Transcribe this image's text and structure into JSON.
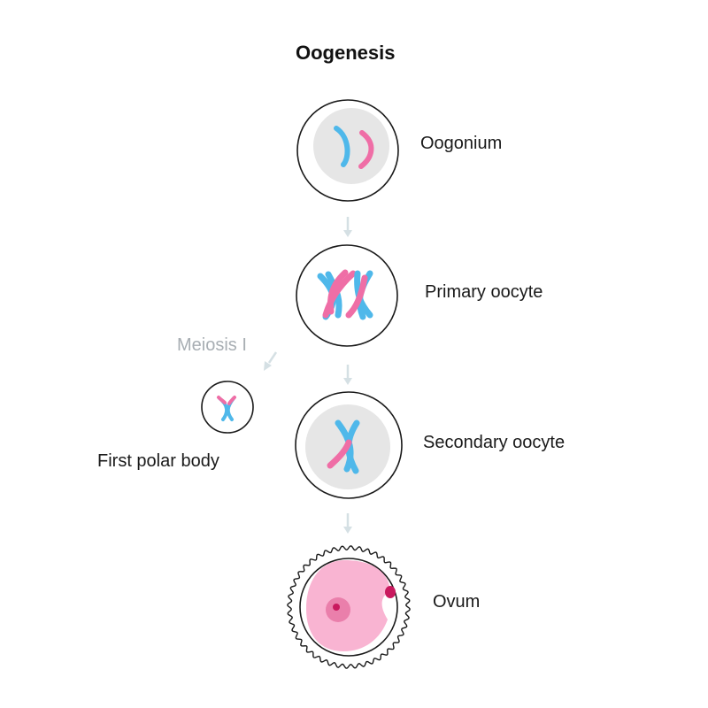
{
  "title": "Oogenesis",
  "stages": {
    "oogonium": "Oogonium",
    "primary_oocyte": "Primary oocyte",
    "secondary_oocyte": "Secondary oocyte",
    "ovum": "Ovum"
  },
  "side_branch": {
    "process_label": "Meiosis I",
    "polar_body": "First polar body"
  },
  "colors": {
    "chromosome_blue": "#4fb8ea",
    "chromosome_pink": "#ef6ea6",
    "nucleus_gray": "#e6e6e6",
    "cytoplasm_pink": "#f9b4d2",
    "nucleus_pink": "#ea7fab",
    "nucleolus": "#c9195e",
    "arrow": "#d5e0e4",
    "outline": "#1a1a1a"
  }
}
